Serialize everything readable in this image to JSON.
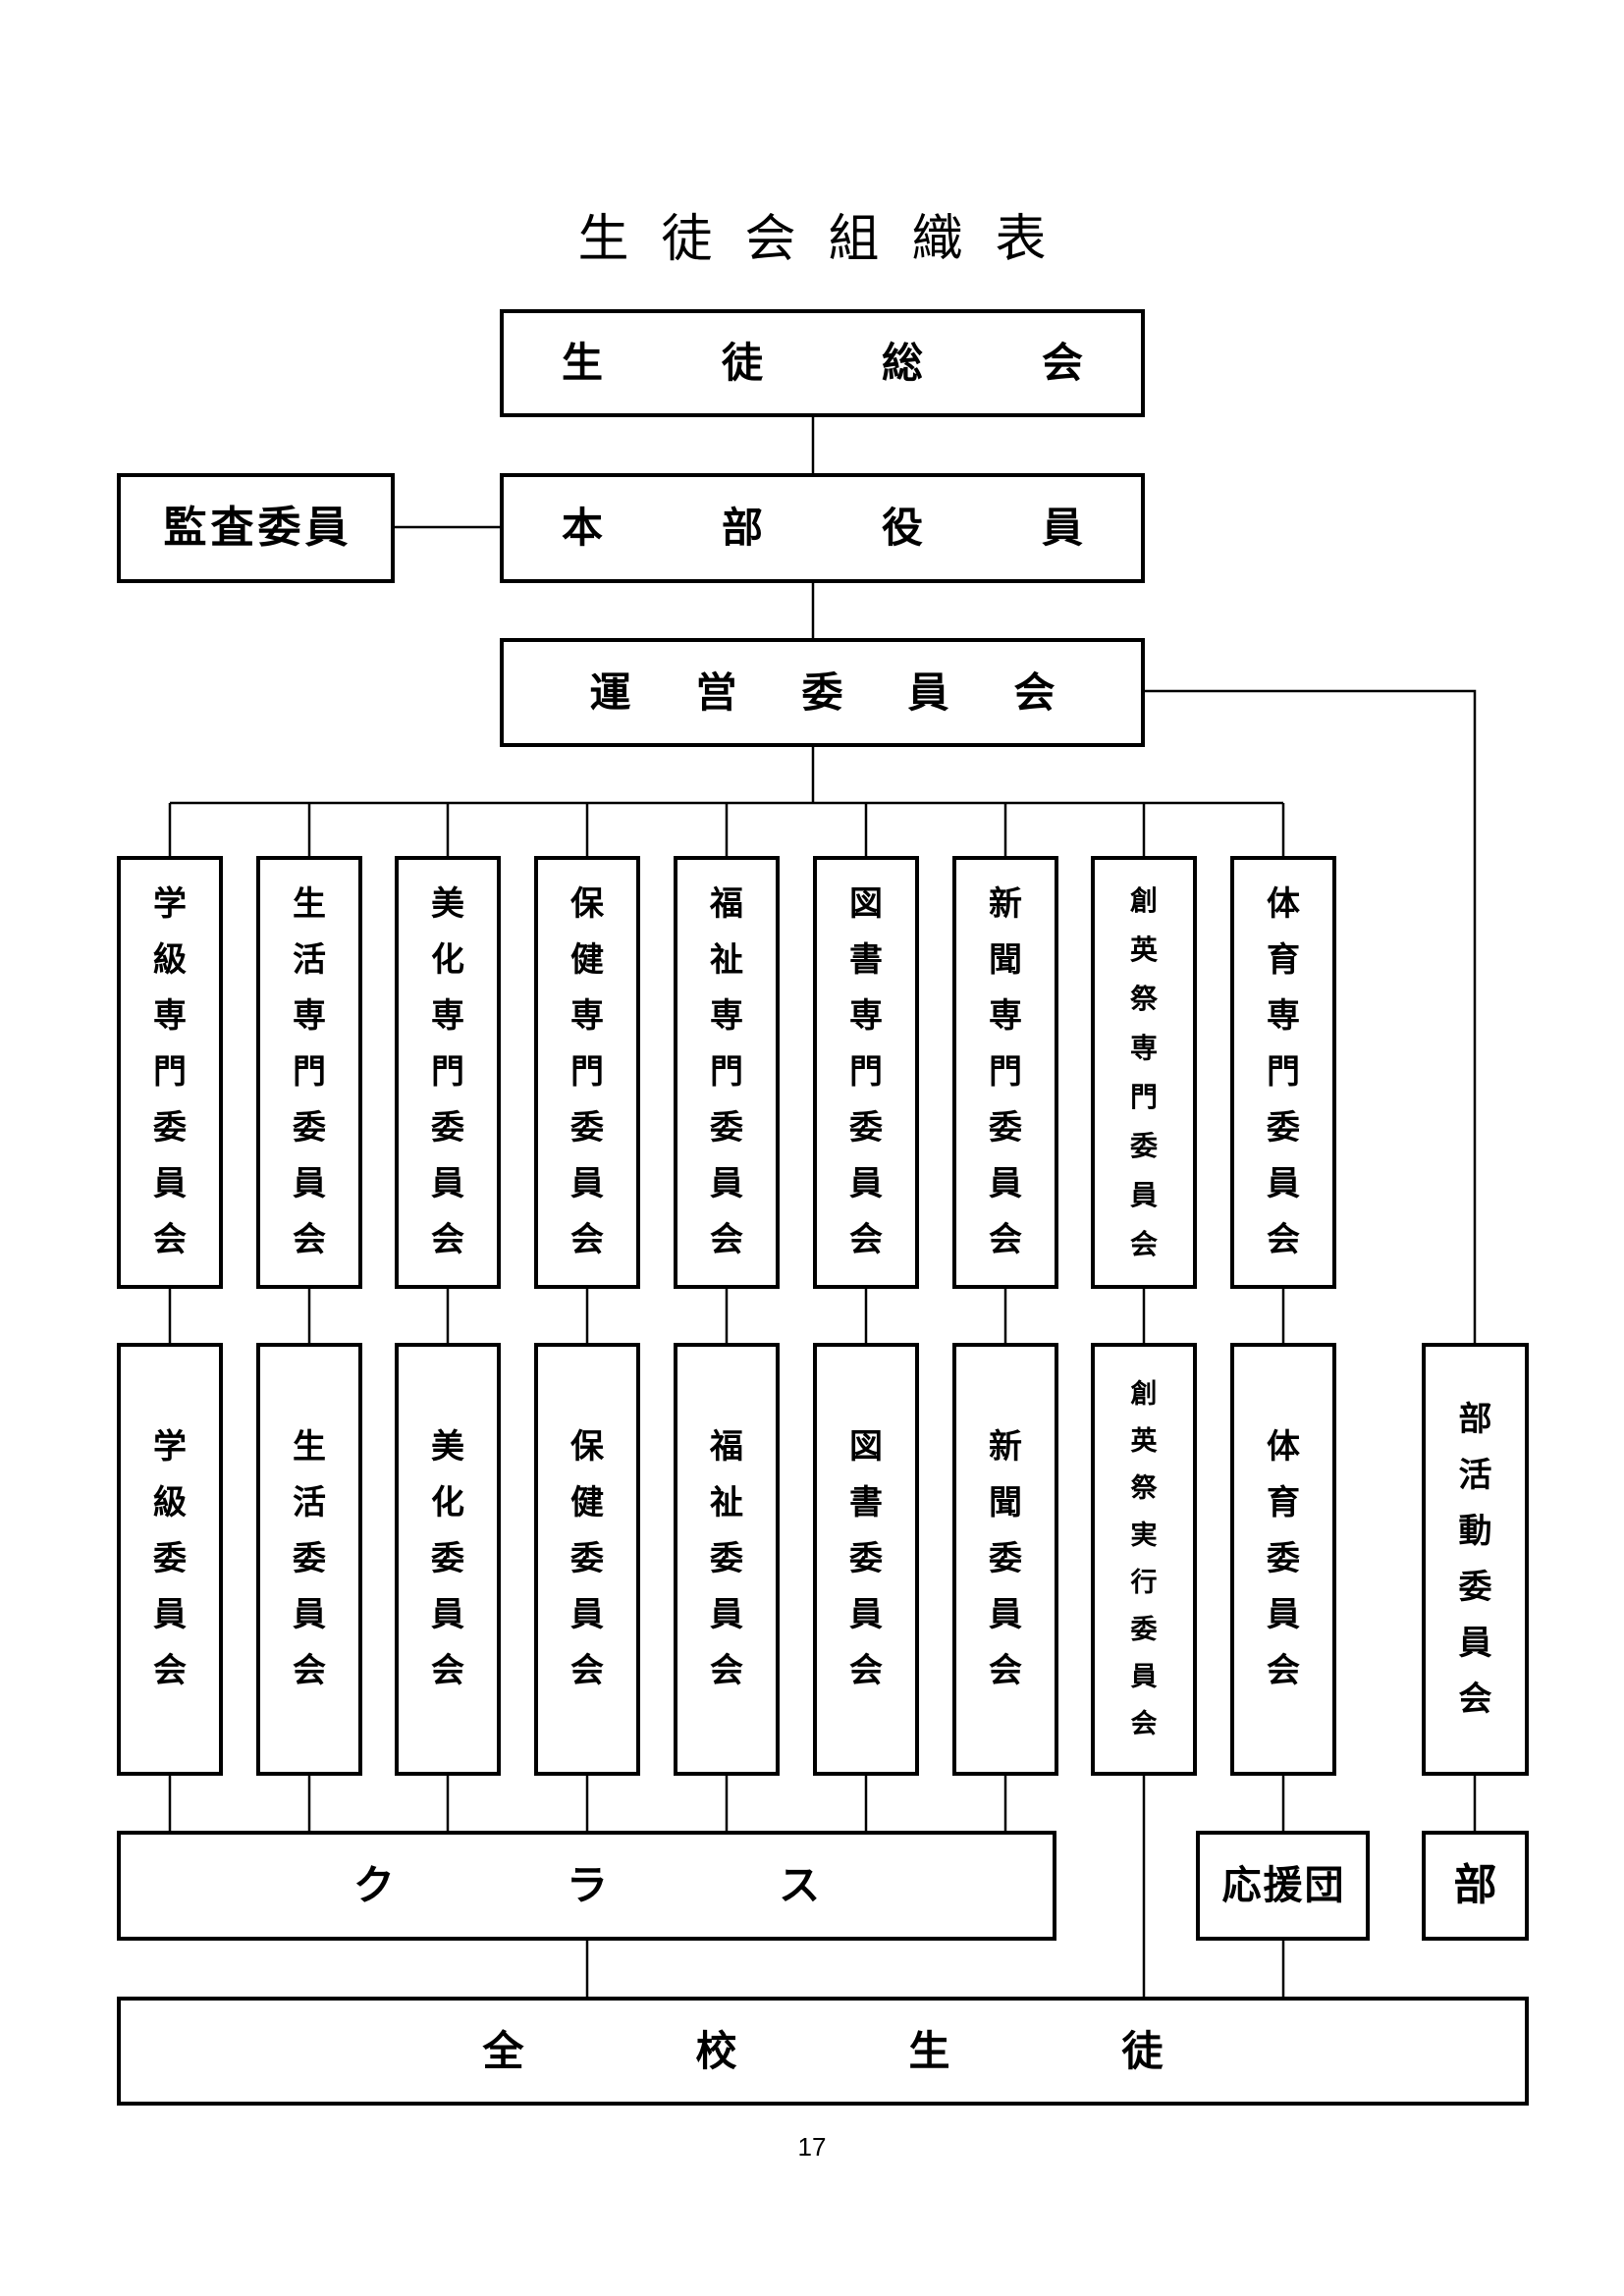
{
  "title": "生徒会組織表",
  "top_boxes": {
    "general_assembly": "生徒総会",
    "executive_officers": "本部役員",
    "auditors": "監査委員",
    "steering_committee": "運営委員会"
  },
  "specialist_committees": [
    "学級専門委員会",
    "生活専門委員会",
    "美化専門委員会",
    "保健専門委員会",
    "福祉専門委員会",
    "図書専門委員会",
    "新聞専門委員会",
    "創英祭専門委員会",
    "体育専門委員会"
  ],
  "committees": [
    "学級委員会",
    "生活委員会",
    "美化委員会",
    "保健委員会",
    "福祉委員会",
    "図書委員会",
    "新聞委員会",
    "創英祭実行委員会",
    "体育委員会"
  ],
  "club_committee": "部活動委員会",
  "bottom_boxes": {
    "class": "クラス",
    "cheer_squad": "応援団",
    "clubs": "部",
    "all_students": "全校生徒"
  },
  "page_number": "17"
}
